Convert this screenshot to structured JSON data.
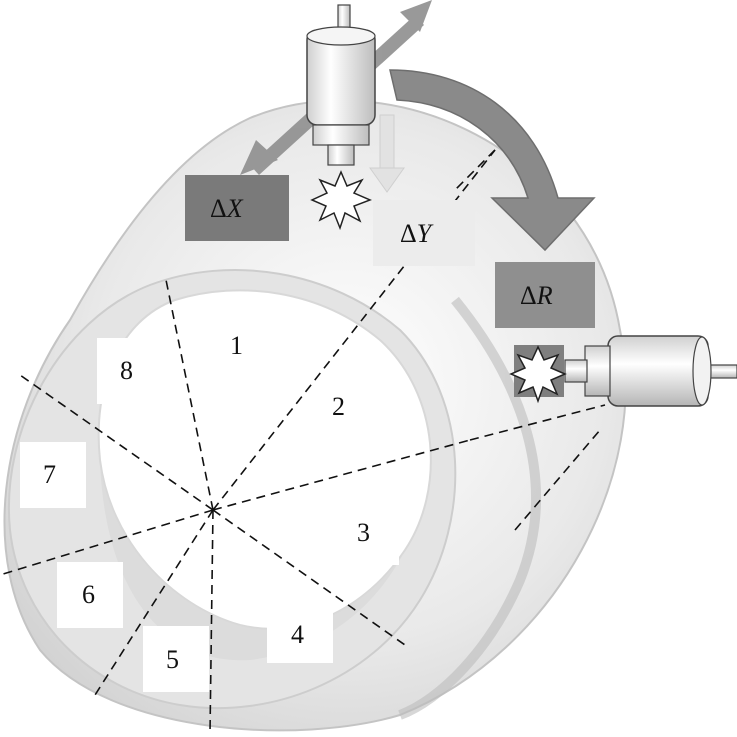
{
  "diagram": {
    "segments": [
      {
        "id": "1",
        "label": "1",
        "boxed": false
      },
      {
        "id": "2",
        "label": "2",
        "boxed": false
      },
      {
        "id": "3",
        "label": "3",
        "boxed": true
      },
      {
        "id": "4",
        "label": "4",
        "boxed": true
      },
      {
        "id": "5",
        "label": "5",
        "boxed": true
      },
      {
        "id": "6",
        "label": "6",
        "boxed": true
      },
      {
        "id": "7",
        "label": "7",
        "boxed": true
      },
      {
        "id": "8",
        "label": "8",
        "boxed": true
      }
    ],
    "deltas": {
      "dx": {
        "symbol": "Δ",
        "var": "X"
      },
      "dy": {
        "symbol": "Δ",
        "var": "Y"
      },
      "dr": {
        "symbol": "Δ",
        "var": "R"
      }
    },
    "colors": {
      "pipe_outer": "#e6e6e6",
      "pipe_shadow": "#cfcfcf",
      "dx_box": "#7a7a7a",
      "dy_box": "#ececec",
      "dr_box": "#8f8f8f",
      "arrow": "#8c8c8c",
      "motor": "#f4f4f4"
    },
    "icons": {
      "top_motor": "motor-icon",
      "side_motor": "motor-icon",
      "spark": "spark-icon",
      "rotation_arrow": "curved-arrow-icon"
    }
  }
}
